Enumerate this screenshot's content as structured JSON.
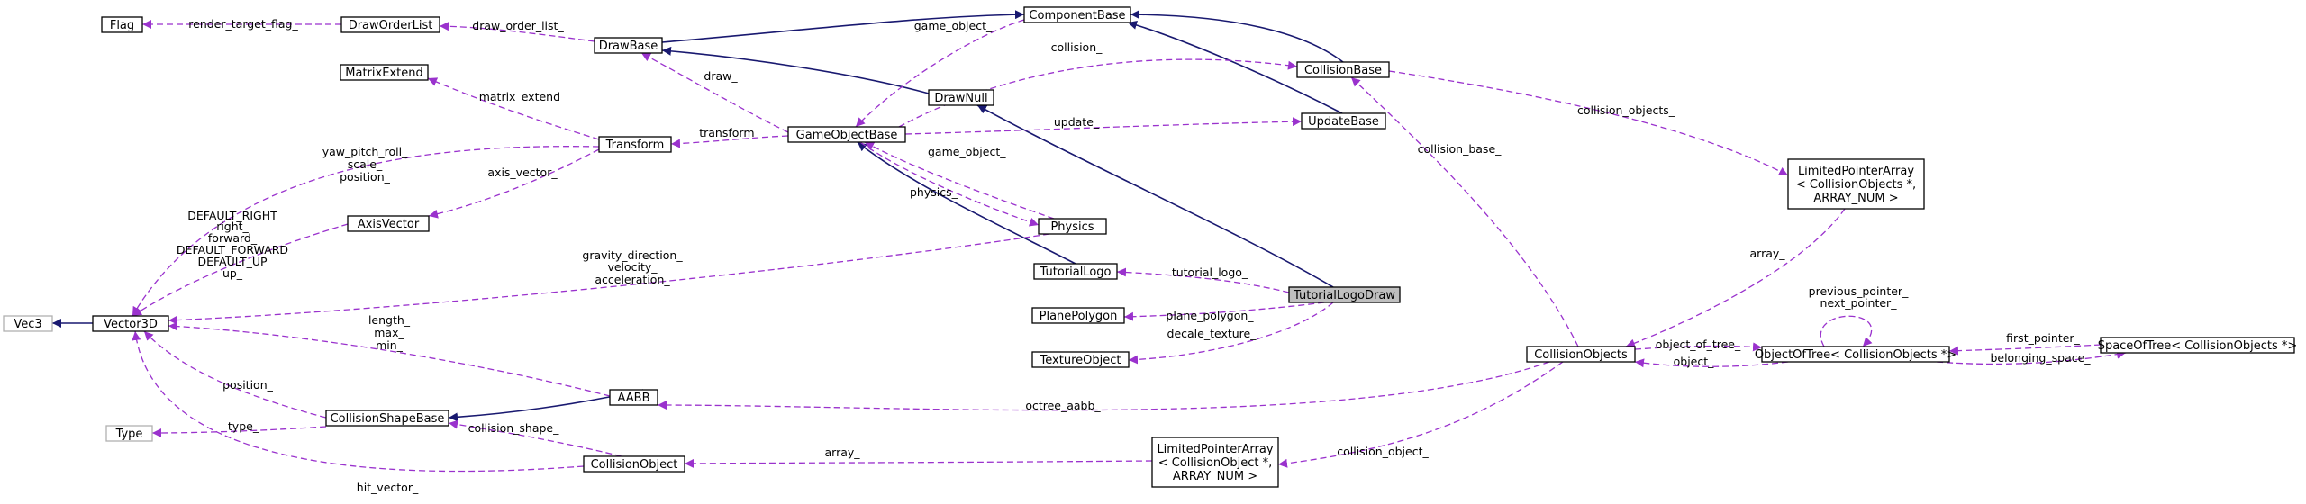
{
  "nodes": [
    {
      "id": "Flag",
      "label": "Flag"
    },
    {
      "id": "DrawOrderList",
      "label": "DrawOrderList"
    },
    {
      "id": "DrawBase",
      "label": "DrawBase"
    },
    {
      "id": "ComponentBase",
      "label": "ComponentBase"
    },
    {
      "id": "MatrixExtend",
      "label": "MatrixExtend"
    },
    {
      "id": "CollisionBase",
      "label": "CollisionBase"
    },
    {
      "id": "DrawNull",
      "label": "DrawNull"
    },
    {
      "id": "UpdateBase",
      "label": "UpdateBase"
    },
    {
      "id": "Transform",
      "label": "Transform"
    },
    {
      "id": "GameObjectBase",
      "label": "GameObjectBase"
    },
    {
      "id": "LPA_CollisionObjects",
      "label": "LimitedPointerArray\n< CollisionObjects *,\nARRAY_NUM >"
    },
    {
      "id": "AxisVector",
      "label": "AxisVector"
    },
    {
      "id": "Physics",
      "label": "Physics"
    },
    {
      "id": "TutorialLogo",
      "label": "TutorialLogo"
    },
    {
      "id": "TutorialLogoDraw",
      "label": "TutorialLogoDraw",
      "focus": true
    },
    {
      "id": "Vec3",
      "label": "Vec3",
      "gray": true
    },
    {
      "id": "Vector3D",
      "label": "Vector3D"
    },
    {
      "id": "PlanePolygon",
      "label": "PlanePolygon"
    },
    {
      "id": "TextureObject",
      "label": "TextureObject"
    },
    {
      "id": "CollisionObjects",
      "label": "CollisionObjects"
    },
    {
      "id": "ObjectOfTree",
      "label": "ObjectOfTree< CollisionObjects *>"
    },
    {
      "id": "SpaceOfTree",
      "label": "SpaceOfTree< CollisionObjects *>"
    },
    {
      "id": "AABB",
      "label": "AABB"
    },
    {
      "id": "Type",
      "label": "Type",
      "gray": true
    },
    {
      "id": "CollisionShapeBase",
      "label": "CollisionShapeBase"
    },
    {
      "id": "CollisionObject",
      "label": "CollisionObject"
    },
    {
      "id": "LPA_CollisionObject",
      "label": "LimitedPointerArray\n< CollisionObject *,\nARRAY_NUM >"
    }
  ],
  "edges": [
    {
      "from": "DrawBase",
      "to": "ComponentBase",
      "kind": "inherit"
    },
    {
      "from": "CollisionBase",
      "to": "ComponentBase",
      "kind": "inherit"
    },
    {
      "from": "UpdateBase",
      "to": "ComponentBase",
      "kind": "inherit"
    },
    {
      "from": "DrawNull",
      "to": "DrawBase",
      "kind": "inherit"
    },
    {
      "from": "TutorialLogoDraw",
      "to": "DrawNull",
      "kind": "inherit"
    },
    {
      "from": "TutorialLogo",
      "to": "GameObjectBase",
      "kind": "inherit"
    },
    {
      "from": "Vector3D",
      "to": "Vec3",
      "kind": "inherit"
    },
    {
      "from": "AABB",
      "to": "CollisionShapeBase",
      "kind": "inherit"
    },
    {
      "from": "DrawOrderList",
      "to": "Flag",
      "kind": "use",
      "label": "render_target_flag_"
    },
    {
      "from": "DrawBase",
      "to": "DrawOrderList",
      "kind": "use",
      "label": "draw_order_list_"
    },
    {
      "from": "ComponentBase",
      "to": "GameObjectBase",
      "kind": "use",
      "label": "game_object_"
    },
    {
      "from": "GameObjectBase",
      "to": "DrawBase",
      "kind": "use",
      "label": "draw_"
    },
    {
      "from": "GameObjectBase",
      "to": "CollisionBase",
      "kind": "use",
      "label": "collision_"
    },
    {
      "from": "GameObjectBase",
      "to": "UpdateBase",
      "kind": "use",
      "label": "update_"
    },
    {
      "from": "GameObjectBase",
      "to": "Transform",
      "kind": "use",
      "label": "transform_"
    },
    {
      "from": "GameObjectBase",
      "to": "Physics",
      "kind": "use",
      "label": "physics_"
    },
    {
      "from": "Physics",
      "to": "GameObjectBase",
      "kind": "use",
      "label": "game_object_"
    },
    {
      "from": "Transform",
      "to": "MatrixExtend",
      "kind": "use",
      "label": "matrix_extend_"
    },
    {
      "from": "Transform",
      "to": "AxisVector",
      "kind": "use",
      "label": "axis_vector_"
    },
    {
      "from": "Transform",
      "to": "Vector3D",
      "kind": "use",
      "label": "yaw_pitch_roll_\nscale_\nposition_"
    },
    {
      "from": "AxisVector",
      "to": "Vector3D",
      "kind": "use",
      "label": "DEFAULT_RIGHT\nright_\nforward_\nDEFAULT_FORWARD\nDEFAULT_UP\nup_"
    },
    {
      "from": "Physics",
      "to": "Vector3D",
      "kind": "use",
      "label": "gravity_direction_\nvelocity_\nacceleration_"
    },
    {
      "from": "AABB",
      "to": "Vector3D",
      "kind": "use",
      "label": "length_\nmax_\nmin_"
    },
    {
      "from": "CollisionShapeBase",
      "to": "Vector3D",
      "kind": "use",
      "label": "position_"
    },
    {
      "from": "CollisionShapeBase",
      "to": "Type",
      "kind": "use",
      "label": "type_"
    },
    {
      "from": "CollisionObject",
      "to": "CollisionShapeBase",
      "kind": "use",
      "label": "collision_shape_"
    },
    {
      "from": "CollisionObject",
      "to": "Vector3D",
      "kind": "use",
      "label": "hit_vector_"
    },
    {
      "from": "TutorialLogoDraw",
      "to": "TutorialLogo",
      "kind": "use",
      "label": "tutorial_logo_"
    },
    {
      "from": "TutorialLogoDraw",
      "to": "PlanePolygon",
      "kind": "use",
      "label": "plane_polygon_"
    },
    {
      "from": "TutorialLogoDraw",
      "to": "TextureObject",
      "kind": "use",
      "label": "decale_texture_"
    },
    {
      "from": "CollisionBase",
      "to": "LPA_CollisionObjects",
      "kind": "use",
      "label": "collision_objects_"
    },
    {
      "from": "LPA_CollisionObjects",
      "to": "CollisionObjects",
      "kind": "use",
      "label": "array_"
    },
    {
      "from": "CollisionObjects",
      "to": "CollisionBase",
      "kind": "use",
      "label": "collision_base_"
    },
    {
      "from": "CollisionObjects",
      "to": "ObjectOfTree",
      "kind": "use",
      "label": "object_of_tree_"
    },
    {
      "from": "ObjectOfTree",
      "to": "CollisionObjects",
      "kind": "use",
      "label": "object_"
    },
    {
      "from": "ObjectOfTree",
      "to": "ObjectOfTree",
      "kind": "use",
      "label": "previous_pointer_\nnext_pointer_"
    },
    {
      "from": "ObjectOfTree",
      "to": "SpaceOfTree",
      "kind": "use",
      "label": "belonging_space_"
    },
    {
      "from": "SpaceOfTree",
      "to": "ObjectOfTree",
      "kind": "use",
      "label": "first_pointer_"
    },
    {
      "from": "CollisionObjects",
      "to": "AABB",
      "kind": "use",
      "label": "octree_aabb_"
    },
    {
      "from": "CollisionObjects",
      "to": "LPA_CollisionObject",
      "kind": "use",
      "label": "collision_object_"
    },
    {
      "from": "LPA_CollisionObject",
      "to": "CollisionObject",
      "kind": "use",
      "label": "array_"
    }
  ]
}
